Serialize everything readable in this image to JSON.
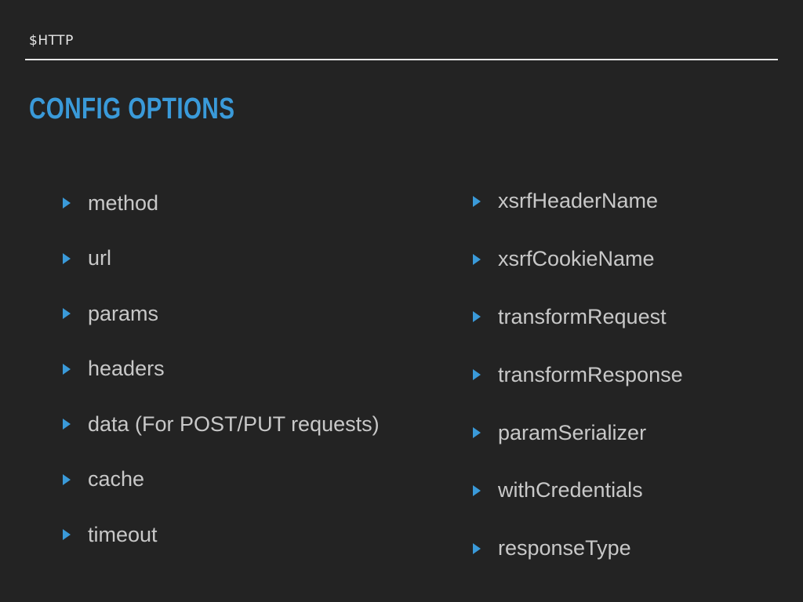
{
  "header": {
    "section_label": "$HTTP"
  },
  "title": "CONFIG OPTIONS",
  "colors": {
    "background": "#232323",
    "accent": "#3a9ad9",
    "text": "#c8c8c8",
    "header_text": "#e6e6e6"
  },
  "left_column": {
    "items": [
      "method",
      "url",
      "params",
      "headers",
      "data (For POST/PUT requests)",
      "cache",
      "timeout"
    ]
  },
  "right_column": {
    "items": [
      "xsrfHeaderName",
      "xsrfCookieName",
      "transformRequest",
      "transformResponse",
      "paramSerializer",
      "withCredentials",
      "responseType"
    ]
  },
  "bullet_icon": "triangle-right-icon"
}
